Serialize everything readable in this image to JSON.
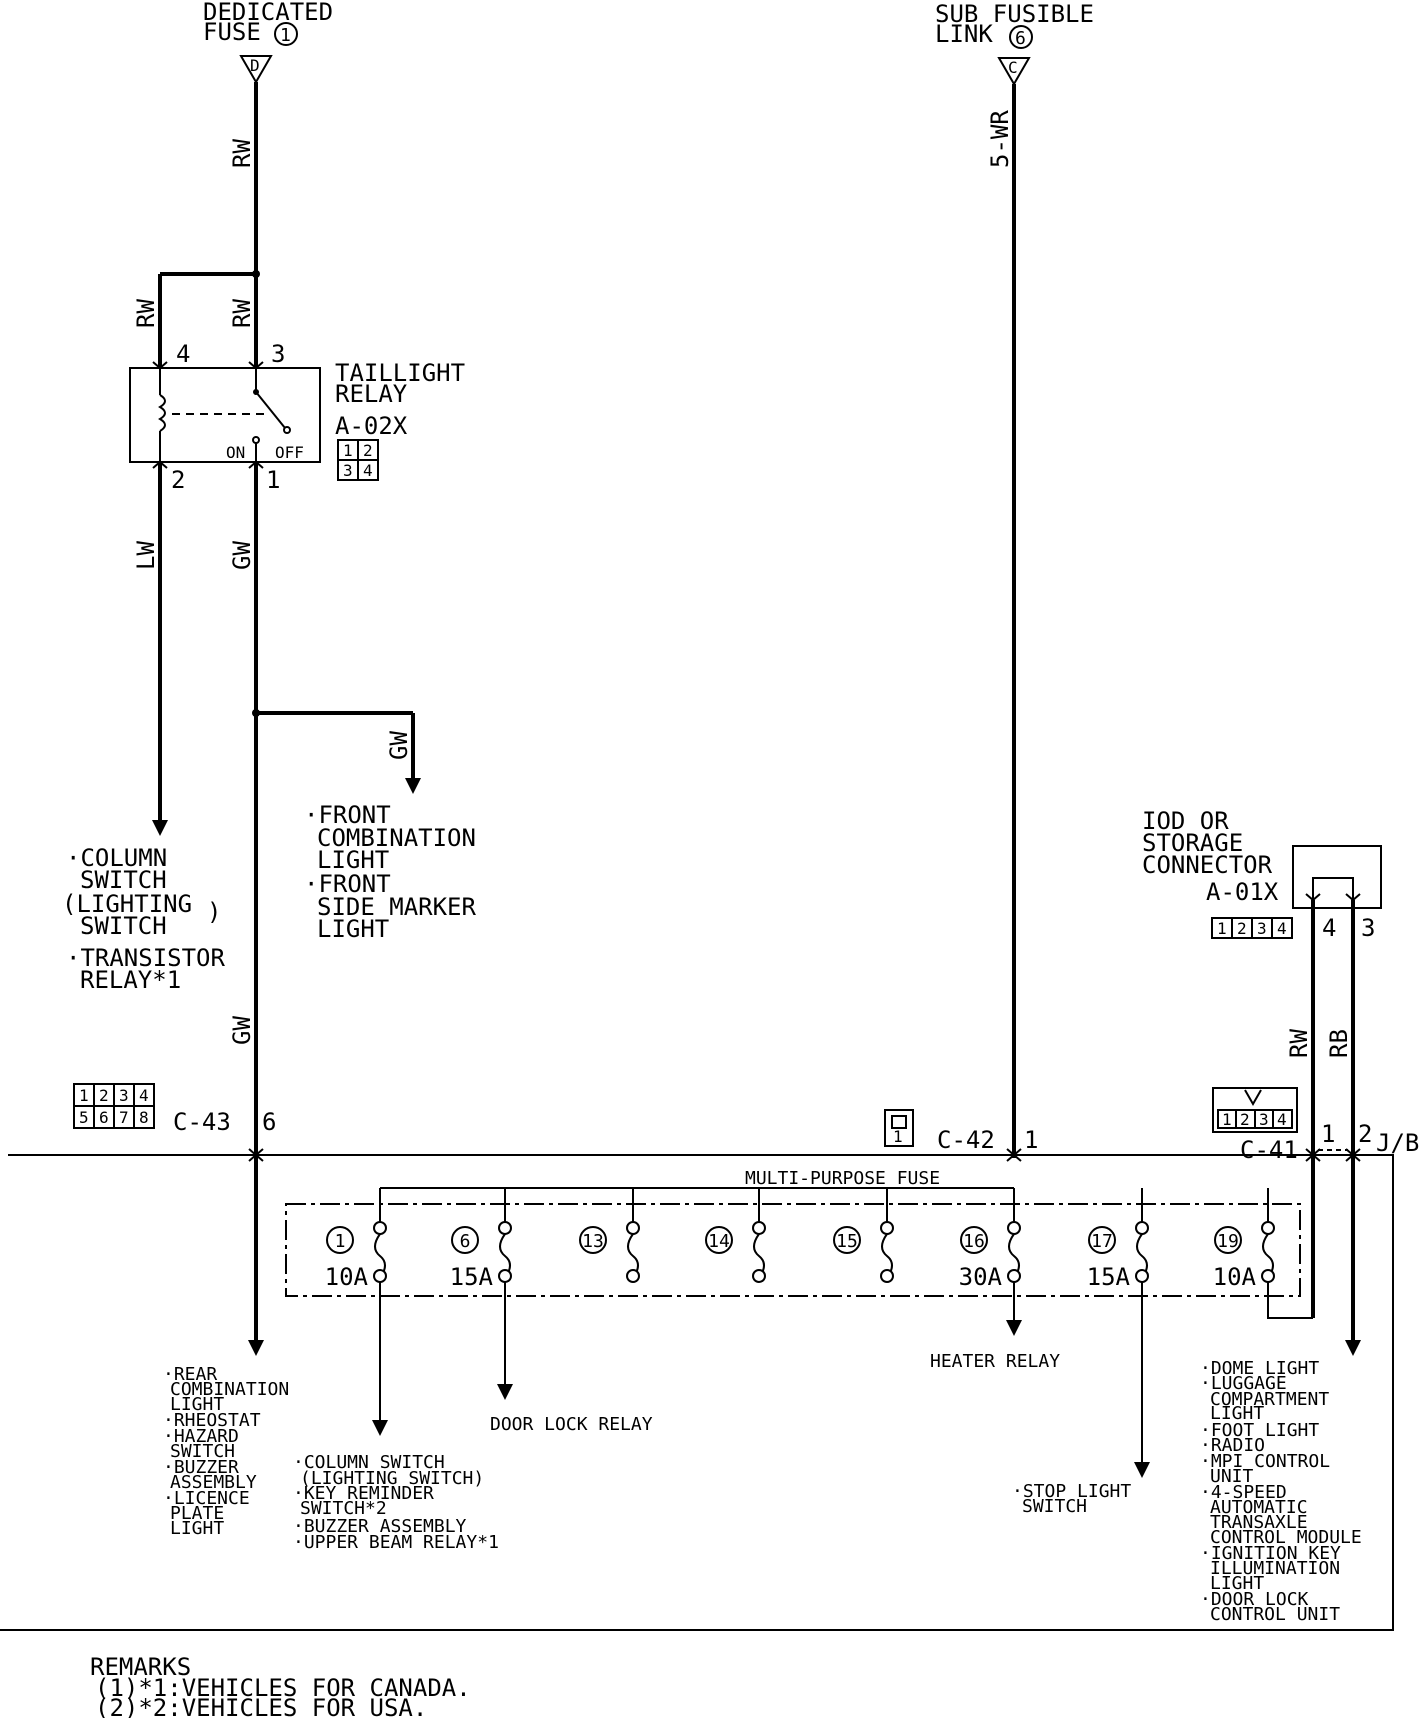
{
  "sources": {
    "dedicated_fuse": {
      "line1": "DEDICATED",
      "line2": "FUSE",
      "num": "1",
      "terminal": "D"
    },
    "sub_fusible_link": {
      "line1": "SUB FUSIBLE",
      "line2": "LINK",
      "num": "6",
      "terminal": "C"
    }
  },
  "wires": {
    "rw_top": "RW",
    "rw_left": "RW",
    "rw_right": "RW",
    "lw": "LW",
    "gw_1": "GW",
    "gw_2": "GW",
    "gw_3": "GW",
    "wr5": "5-WR",
    "rw_iod": "RW",
    "rb_iod": "RB"
  },
  "taillight_relay": {
    "line1": "TAILLIGHT",
    "line2": "RELAY",
    "code": "A-02X",
    "pin4": "4",
    "pin3": "3",
    "pin2": "2",
    "pin1": "1",
    "on": "ON",
    "off": "OFF",
    "connector_pins": [
      "1",
      "2",
      "3",
      "4"
    ]
  },
  "front_branch": {
    "items": [
      [
        "·FRONT",
        "COMBINATION",
        "LIGHT"
      ],
      [
        "·FRONT",
        "SIDE MARKER",
        "LIGHT"
      ]
    ]
  },
  "column_branch": {
    "lines": [
      "·COLUMN",
      "SWITCH",
      "(LIGHTING",
      "SWITCH",
      ")",
      "·TRANSISTOR",
      "RELAY*1"
    ]
  },
  "iod": {
    "line1": "IOD OR",
    "line2": "STORAGE",
    "line3": "CONNECTOR",
    "code": "A-01X",
    "pin4": "4",
    "pin3": "3",
    "connector_pins": [
      "1",
      "2",
      "3",
      "4"
    ]
  },
  "connectors": {
    "c43": {
      "code": "C-43",
      "pin": "6",
      "pins": [
        "1",
        "2",
        "3",
        "4",
        "5",
        "6",
        "7",
        "8"
      ]
    },
    "c42": {
      "code": "C-42",
      "pin": "1",
      "pins": [
        "1"
      ]
    },
    "c41": {
      "code": "C-41",
      "pin1": "1",
      "pin2": "2",
      "jb": "J/B",
      "pins": [
        "1",
        "2",
        "3",
        "4"
      ]
    }
  },
  "fuse_box": {
    "title": "MULTI-PURPOSE FUSE",
    "fuses": [
      {
        "num": "1",
        "amps": "10A"
      },
      {
        "num": "6",
        "amps": "15A"
      },
      {
        "num": "13",
        "amps": ""
      },
      {
        "num": "14",
        "amps": ""
      },
      {
        "num": "15",
        "amps": ""
      },
      {
        "num": "16",
        "amps": "30A"
      },
      {
        "num": "17",
        "amps": "15A"
      },
      {
        "num": "19",
        "amps": "10A"
      }
    ]
  },
  "outputs": {
    "rear": [
      "·REAR",
      "COMBINATION",
      "LIGHT",
      "·RHEOSTAT",
      "·HAZARD",
      "SWITCH",
      "·BUZZER",
      "ASSEMBLY",
      "·LICENCE",
      "PLATE",
      "LIGHT"
    ],
    "column": [
      "·COLUMN SWITCH",
      "(LIGHTING SWITCH)",
      "·KEY REMINDER",
      "SWITCH*2",
      "·BUZZER ASSEMBLY",
      "·UPPER BEAM RELAY*1"
    ],
    "door_lock_relay": "DOOR LOCK RELAY",
    "heater_relay": "HEATER RELAY",
    "stop_light": [
      "·STOP LIGHT",
      "SWITCH"
    ],
    "dome": [
      "·DOME LIGHT",
      "·LUGGAGE",
      "COMPARTMENT",
      "LIGHT",
      "·FOOT LIGHT",
      "·RADIO",
      "·MPI CONTROL",
      "UNIT",
      "·4-SPEED",
      "AUTOMATIC",
      "TRANSAXLE",
      "CONTROL MODULE",
      "·IGNITION KEY",
      "ILLUMINATION",
      "LIGHT",
      "·DOOR LOCK",
      "CONTROL UNIT"
    ]
  },
  "remarks": {
    "title": "REMARKS",
    "lines": [
      "(1)*1:VEHICLES FOR CANADA.",
      "(2)*2:VEHICLES FOR USA."
    ]
  }
}
